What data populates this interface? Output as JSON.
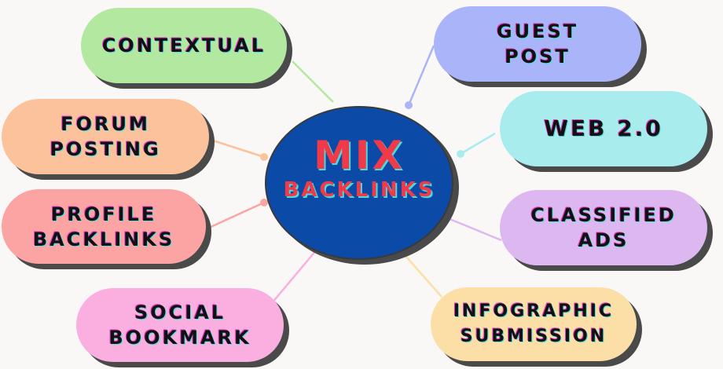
{
  "center": {
    "line1": "MIX",
    "line2": "BACKLINKS",
    "color": "#0b4aa6"
  },
  "nodes": [
    {
      "label": "CONTEXTUAL",
      "color": "#b3e8a0"
    },
    {
      "label": "FORUM\nPOSTING",
      "color": "#fcc29b"
    },
    {
      "label": "PROFILE\nBACKLINKS",
      "color": "#fca3a3"
    },
    {
      "label": "SOCIAL\nBOOKMARK",
      "color": "#fbaee0"
    },
    {
      "label": "GUEST\nPOST",
      "color": "#aab4f8"
    },
    {
      "label": "WEB 2.0",
      "color": "#a8ecee"
    },
    {
      "label": "CLASSIFIED\nADS",
      "color": "#ddb8f0"
    },
    {
      "label": "INFOGRAPHIC\nSUBMISSION",
      "color": "#fbdfa6"
    }
  ]
}
